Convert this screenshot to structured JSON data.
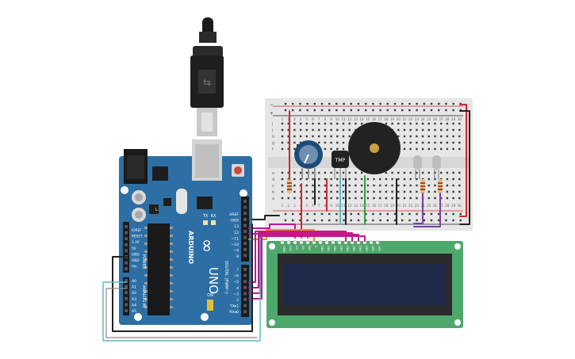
{
  "arduino": {
    "logo_symbol": "∞",
    "brand": "ARDUINO",
    "model": "UNO",
    "on_label": "ON",
    "tx_label": "TX",
    "rx_label": "RX",
    "l_label": "L",
    "power_header_labels": [
      "IOREF",
      "RESET",
      "3.3V",
      "5V",
      "GND",
      "GND",
      "Vin"
    ],
    "power_group_label": "POWER",
    "analog_pins": [
      "A0",
      "A1",
      "A2",
      "A3",
      "A4",
      "A5"
    ],
    "analog_group_label": "ANALOG IN",
    "digital_top_labels": [
      "AREF",
      "GND",
      "13",
      "12",
      "~11",
      "~10",
      "~9",
      "8"
    ],
    "digital_bottom_labels": [
      "7",
      "~6",
      "~5",
      "4",
      "~3",
      "2",
      "TX▸1",
      "RX◂0"
    ],
    "digital_group_label": "DIGITAL (PWM~)"
  },
  "breadboard": {
    "column_numbers": [
      "1",
      "2",
      "3",
      "4",
      "5",
      "6",
      "7",
      "8",
      "9",
      "10",
      "11",
      "12",
      "13",
      "14",
      "15",
      "16",
      "17",
      "18",
      "19",
      "20",
      "21",
      "22",
      "23",
      "24",
      "25",
      "26",
      "27",
      "28",
      "29",
      "30"
    ],
    "row_letters_top": [
      "j",
      "i",
      "h",
      "g",
      "f"
    ],
    "row_letters_bottom": [
      "e",
      "d",
      "c",
      "b",
      "a"
    ],
    "rail_minus": "−",
    "rail_plus": "+"
  },
  "components": {
    "temp_sensor_label": "TMP",
    "lcd_pin_labels": [
      "GND",
      "VCC",
      "V0",
      "RS",
      "RW",
      "E",
      "DB0",
      "DB1",
      "DB2",
      "DB3",
      "DB4",
      "DB5",
      "DB6",
      "DB7",
      "LED",
      "LED"
    ]
  },
  "colors": {
    "arduino_board": "#2d6fa4",
    "lcd_board": "#4fa86b",
    "lcd_screen": "#1f2a4a",
    "breadboard": "#e6e6e6",
    "wire_red": "#d3262b",
    "wire_black": "#222222",
    "wire_magenta": "#c2188b",
    "wire_orange": "#e8892e",
    "wire_purple": "#7b3fa0",
    "wire_green": "#2ea043",
    "wire_cyan": "#5bbdc4",
    "wire_gray": "#8a8a8a"
  }
}
